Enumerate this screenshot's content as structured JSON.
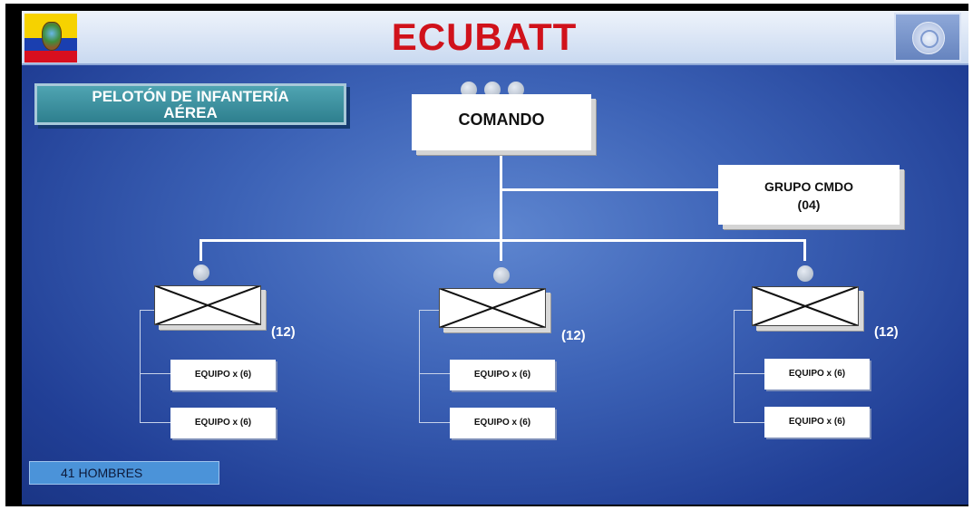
{
  "header": {
    "title": "ECUBATT",
    "flag_icon": "ecuador-flag-icon",
    "logo_icon": "un-emblem-icon"
  },
  "unit": {
    "label_line1": "PELOTÓN DE INFANTERÍA",
    "label_line2": "AÉREA"
  },
  "command": {
    "label": "COMANDO"
  },
  "command_group": {
    "label_line1": "GRUPO CMDO",
    "label_line2": "(04)"
  },
  "squads": [
    {
      "count": "(12)",
      "teams": [
        "EQUIPO x (6)",
        "EQUIPO x (6)"
      ]
    },
    {
      "count": "(12)",
      "teams": [
        "EQUIPO x (6)",
        "EQUIPO x (6)"
      ]
    },
    {
      "count": "(12)",
      "teams": [
        "EQUIPO x (6)",
        "EQUIPO x (6)"
      ]
    }
  ],
  "total": {
    "label": "41 HOMBRES"
  },
  "colors": {
    "title": "#d0121b",
    "background": "#3c62b6",
    "unit_label_bg": "#2e7f8e",
    "total_bg": "#4b93d9"
  }
}
